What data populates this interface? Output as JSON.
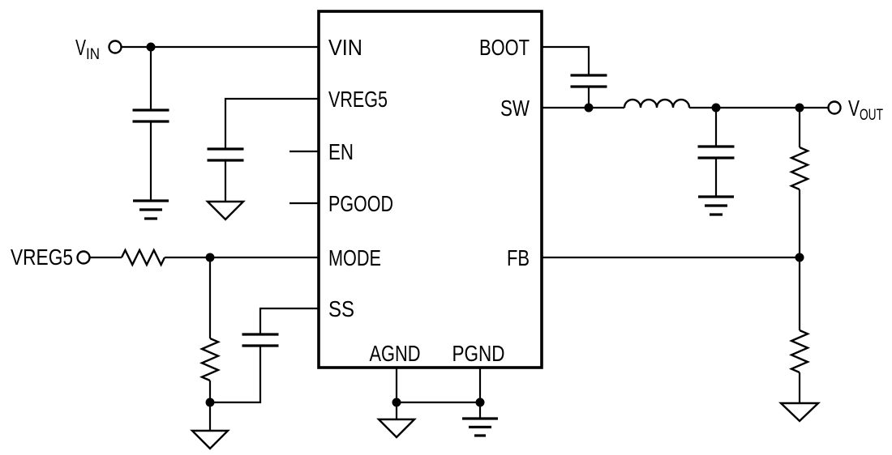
{
  "colors": {
    "line": "#000000",
    "background": "#ffffff"
  },
  "ic": {
    "left_pins": [
      "VIN",
      "VREG5",
      "EN",
      "PGOOD",
      "MODE",
      "SS"
    ],
    "right_pins": [
      "BOOT",
      "SW",
      "FB"
    ],
    "bottom_pins": [
      "AGND",
      "PGND"
    ]
  },
  "terminals": {
    "vin": {
      "main": "V",
      "sub": "IN"
    },
    "vreg5": "VREG5",
    "vout": {
      "main": "V",
      "sub": "OUT"
    }
  }
}
